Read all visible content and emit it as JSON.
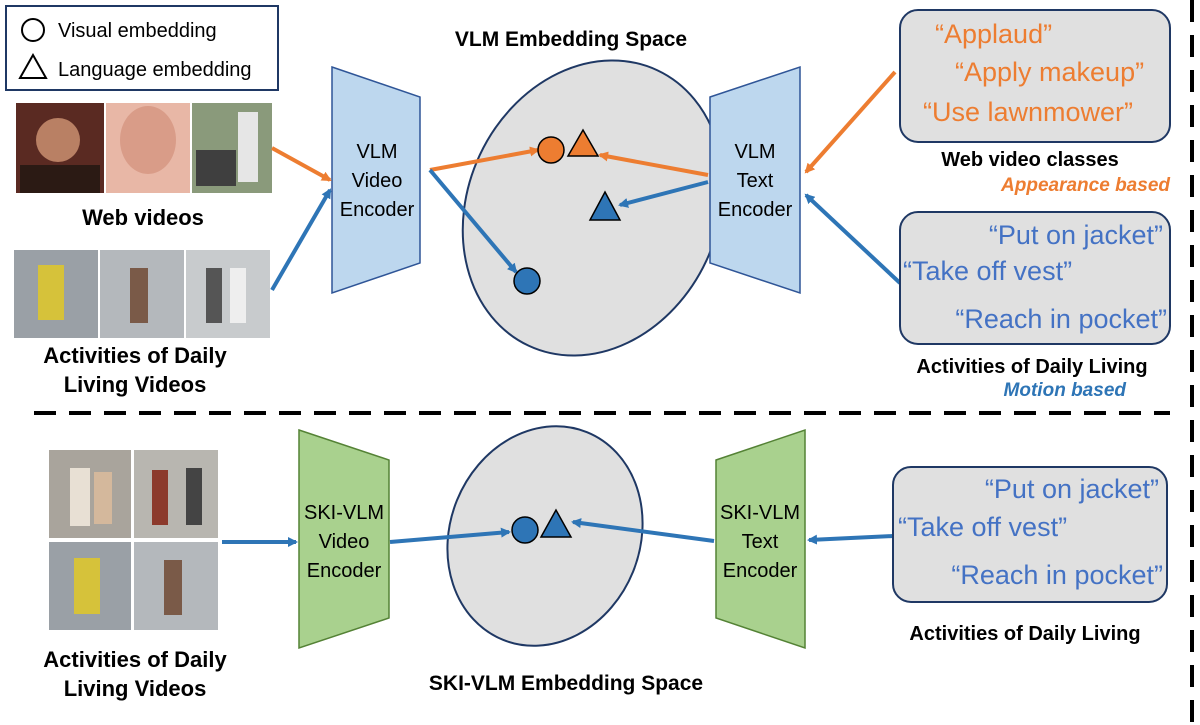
{
  "legend": {
    "visual": "Visual embedding",
    "language": "Language embedding"
  },
  "top": {
    "space_title": "VLM Embedding Space",
    "video_encoder": [
      "VLM",
      "Video",
      "Encoder"
    ],
    "text_encoder": [
      "VLM",
      "Text",
      "Encoder"
    ],
    "web_videos_label": "Web videos",
    "adl_videos_label": [
      "Activities of Daily",
      "Living Videos"
    ],
    "web_classes": [
      "“Applaud”",
      "“Apply makeup”",
      "“Use lawnmower”"
    ],
    "web_classes_title": "Web video classes",
    "web_classes_note": "Appearance based",
    "adl_classes": [
      "“Put on jacket”",
      "“Take off vest”",
      "“Reach in pocket”"
    ],
    "adl_classes_title": "Activities of Daily Living",
    "adl_classes_note": "Motion based"
  },
  "bottom": {
    "space_title": "SKI-VLM Embedding Space",
    "video_encoder": [
      "SKI-VLM",
      "Video",
      "Encoder"
    ],
    "text_encoder": [
      "SKI-VLM",
      "Text",
      "Encoder"
    ],
    "adl_videos_label": [
      "Activities of Daily",
      "Living Videos"
    ],
    "adl_classes": [
      "“Put on jacket”",
      "“Take off vest”",
      "“Reach in pocket”"
    ],
    "adl_classes_title": "Activities of Daily Living"
  },
  "colors": {
    "orange": "#ED7D31",
    "blue": "#2E75B6",
    "text_blue": "#4472C4",
    "encoder_blue": "#BDD7EE",
    "encoder_green": "#A9D18E",
    "gray": "#E0E0E0"
  }
}
